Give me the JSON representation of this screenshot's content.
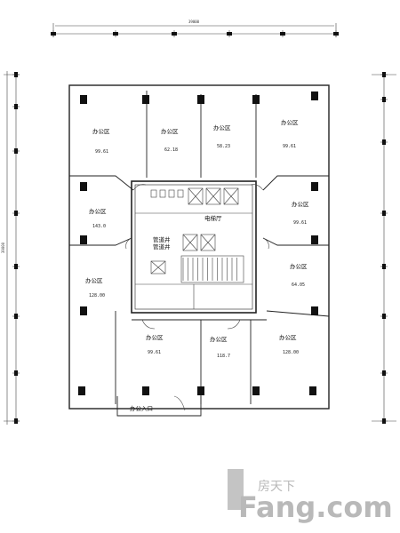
{
  "dimensions": {
    "top_total": "39000",
    "left_total": "39000"
  },
  "rooms": [
    {
      "id": "office-nw",
      "label": "办公区",
      "area": "99.61"
    },
    {
      "id": "office-n1",
      "label": "办公区",
      "area": "62.18"
    },
    {
      "id": "office-n2",
      "label": "办公区",
      "area": "58.23"
    },
    {
      "id": "office-ne",
      "label": "办公区",
      "area": "99.61"
    },
    {
      "id": "office-w",
      "label": "办公区",
      "area": "143.0"
    },
    {
      "id": "office-e",
      "label": "办公区",
      "area": "99.61"
    },
    {
      "id": "office-sw",
      "label": "办公区",
      "area": "128.00"
    },
    {
      "id": "office-e2",
      "label": "办公区",
      "area": "64.05"
    },
    {
      "id": "office-s1",
      "label": "办公区",
      "area": "99.61"
    },
    {
      "id": "office-s2",
      "label": "办公区",
      "area": "118.7"
    },
    {
      "id": "office-se",
      "label": "办公区",
      "area": "128.00"
    }
  ],
  "core": {
    "elevator_hall": "电梯厅",
    "shaft_label_1": "管道井",
    "shaft_label_2": "管道井"
  },
  "entrance_label": "办公入口",
  "watermark": {
    "cn": "房天下",
    "en": "Fang.com"
  }
}
